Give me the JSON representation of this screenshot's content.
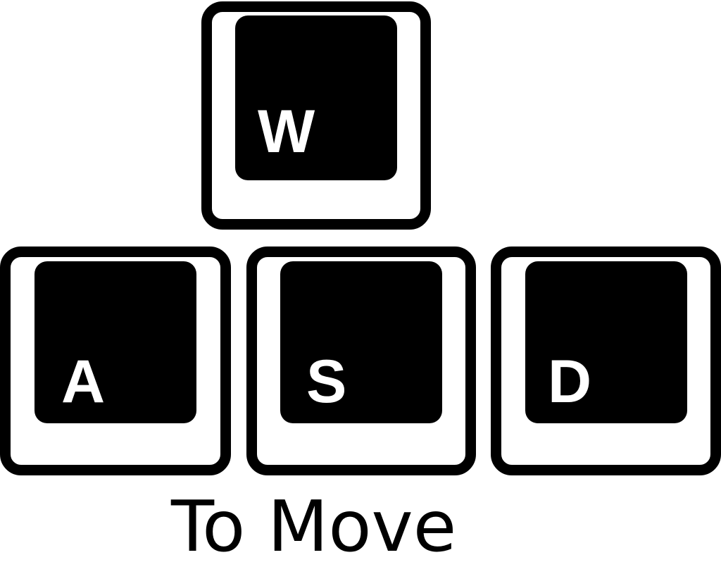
{
  "keys": {
    "w": "W",
    "a": "A",
    "s": "S",
    "d": "D"
  },
  "caption": "To Move",
  "colors": {
    "background": "#ffffff",
    "key_outline": "#000000",
    "key_face": "#000000",
    "letter": "#ffffff",
    "caption": "#000000"
  }
}
